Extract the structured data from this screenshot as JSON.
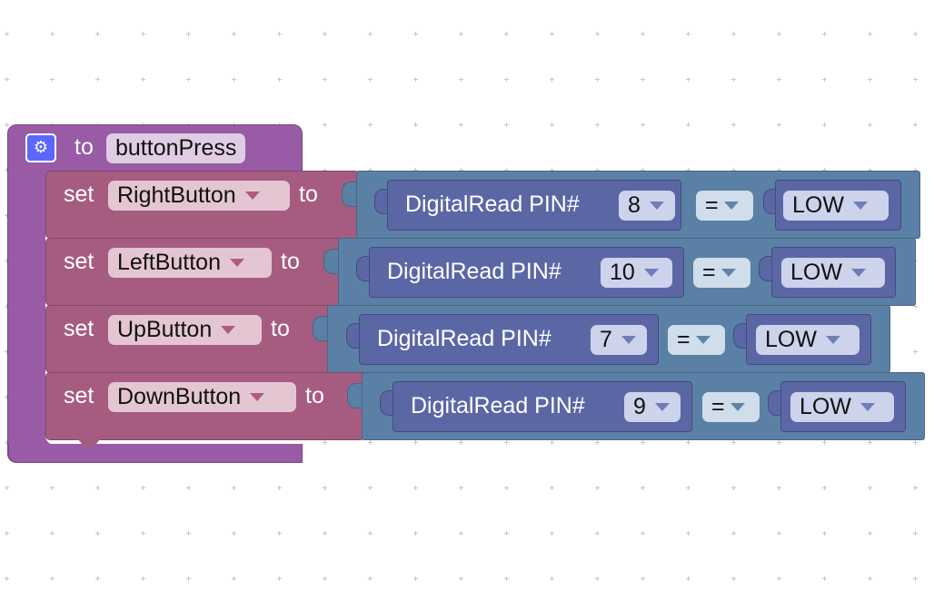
{
  "procedure": {
    "icon": "gear-icon",
    "prefix": "to",
    "name": "buttonPress"
  },
  "statements": [
    {
      "set": "set",
      "variable": "RightButton",
      "to": "to",
      "read": "DigitalRead PIN#",
      "pin": "8",
      "op": "=",
      "value": "LOW"
    },
    {
      "set": "set",
      "variable": "LeftButton",
      "to": "to",
      "read": "DigitalRead PIN#",
      "pin": "10",
      "op": "=",
      "value": "LOW"
    },
    {
      "set": "set",
      "variable": "UpButton",
      "to": "to",
      "read": "DigitalRead PIN#",
      "pin": "7",
      "op": "=",
      "value": "LOW"
    },
    {
      "set": "set",
      "variable": "DownButton",
      "to": "to",
      "read": "DigitalRead PIN#",
      "pin": "9",
      "op": "=",
      "value": "LOW"
    }
  ],
  "colors": {
    "procedure": "#995ba5",
    "variables": "#a65c81",
    "logic": "#5b80a5",
    "io": "#5b67a5"
  }
}
